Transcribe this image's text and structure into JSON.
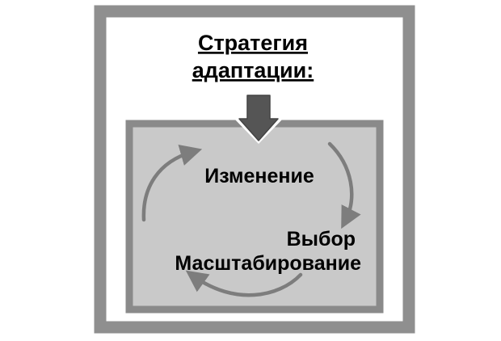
{
  "title": {
    "line1": "Стратегия",
    "line2": "адаптации:"
  },
  "cycle": {
    "step1": "Изменение",
    "step2": "Выбор",
    "step3": "Масштабирование"
  },
  "colors": {
    "outer_frame": "#8f8f8f",
    "inner_fill": "#c9c9c9",
    "inner_border": "#8a8a8a",
    "cycle_arrow": "#7d7d7d",
    "entry_arrow": "#555555",
    "text": "#000000"
  },
  "icons": {
    "entry_arrow": "arrow-down-icon",
    "cycle_arrows": "circular-arrows-icon"
  }
}
